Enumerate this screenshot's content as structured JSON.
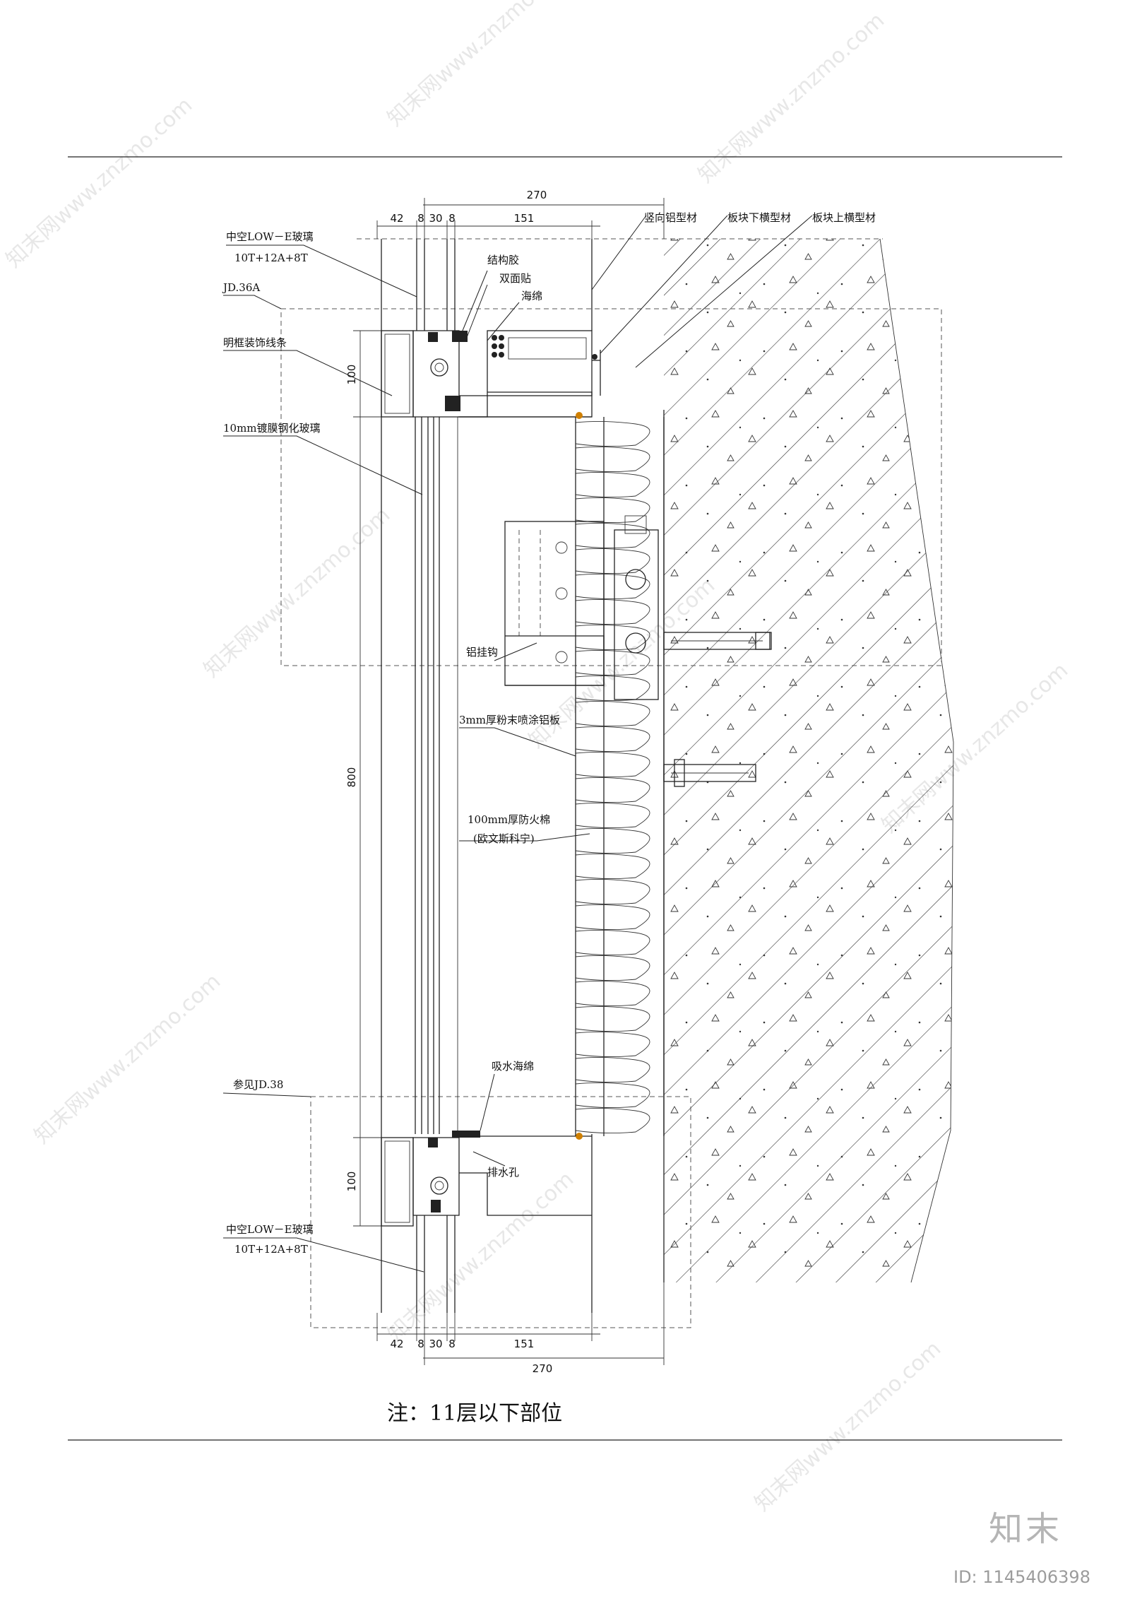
{
  "sheet": {
    "note": "注：11层以下部位",
    "brand": "知末",
    "image_id": "ID: 1145406398",
    "watermark": "知末网www.znzmo.com"
  },
  "dimensions": {
    "top_total": "270",
    "top_parts": [
      "42",
      "8",
      "30",
      "8",
      "151"
    ],
    "bottom_total": "270",
    "bottom_parts": [
      "42",
      "8",
      "30",
      "8",
      "151"
    ],
    "vertical": [
      "100",
      "800",
      "100"
    ]
  },
  "labels": {
    "insulated_glass_top": "中空LOW－E玻璃",
    "insulated_glass_top_spec": "10T+12A+8T",
    "ref_top": "JD.36A",
    "exposed_frame_trim": "明框装饰线条",
    "coated_tempered_glass": "10mm镀膜钢化玻璃",
    "structural_sealant": "结构胶",
    "double_sided_tape": "双面贴",
    "foam_strip": "海绵",
    "vertical_aluminum": "竖向铝型材",
    "panel_lower_transom": "板块下横型材",
    "panel_upper_transom": "板块上横型材",
    "aluminum_hanger": "铝挂钩",
    "powder_coated_panel": "3mm厚粉末喷涂铝板",
    "fire_insulation": "100mm厚防火棉",
    "fire_insulation_brand": "(欧文斯科宁)",
    "absorbent_sponge": "吸水海绵",
    "ref_bottom": "参见JD.38",
    "drain_hole": "排水孔",
    "insulated_glass_bottom": "中空LOW－E玻璃",
    "insulated_glass_bottom_spec": "10T+12A+8T"
  }
}
